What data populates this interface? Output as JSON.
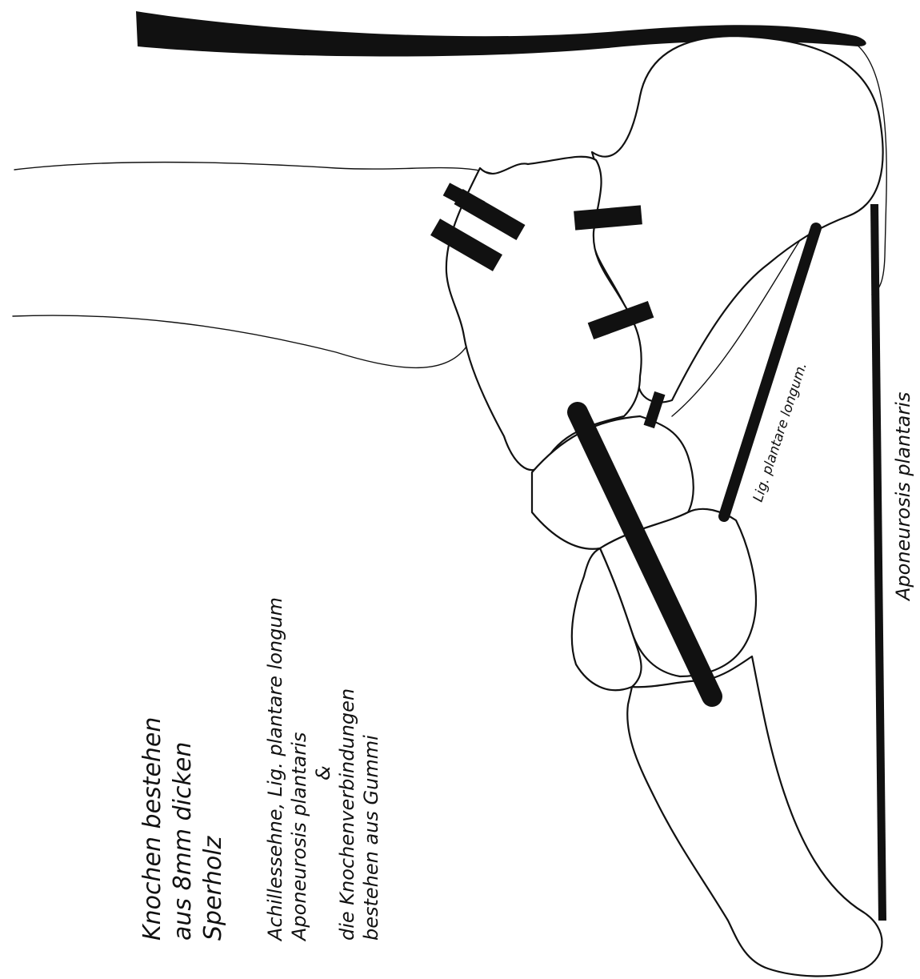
{
  "labels": {
    "lig_plantare_longum": "Lig. plantare longum.",
    "aponeurosis_plantaris": "Aponeurosis plantaris"
  },
  "notes": {
    "material_bones": [
      "Knochen bestehen",
      "aus 8mm dicken",
      "Sperholz"
    ],
    "material_rubber": [
      "Achillessehne, Lig. plantare longum",
      "Aponeurosis plantaris",
      "&",
      "die Knochenverbindungen",
      "bestehen aus Gummi"
    ]
  },
  "colors": {
    "ink": "#111111",
    "paper": "#ffffff"
  }
}
